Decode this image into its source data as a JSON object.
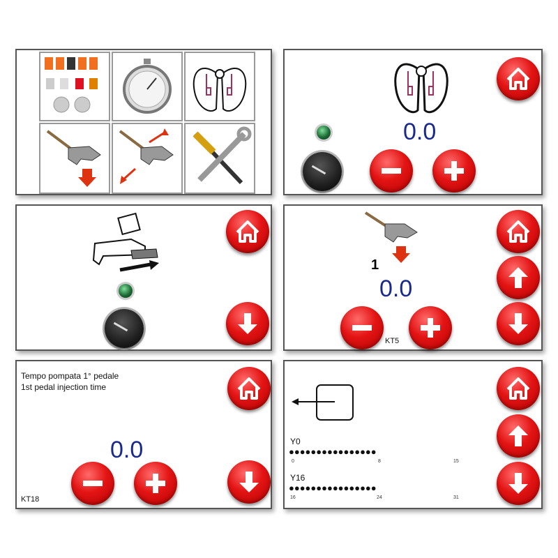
{
  "panels": {
    "p2": {
      "value": "0.0"
    },
    "p4": {
      "value": "0.0",
      "step_label": "1",
      "code": "KT5"
    },
    "p5": {
      "title_it": "Tempo pompata 1° pedale",
      "title_en": "1st pedal injection time",
      "value": "0.0",
      "code": "KT18"
    },
    "p6": {
      "row1_label": "Y0",
      "row1_ticks": [
        "0",
        "8",
        "15"
      ],
      "row2_label": "Y16",
      "row2_ticks": [
        "16",
        "24",
        "31"
      ],
      "dot_row": "●●●●●●●●●●●●●●●●"
    }
  },
  "colors": {
    "button_red": "#e31414",
    "value_blue": "#1a2a8c"
  },
  "icons": [
    "home-icon",
    "minus-icon",
    "plus-icon",
    "arrow-up-icon",
    "arrow-down-icon"
  ]
}
